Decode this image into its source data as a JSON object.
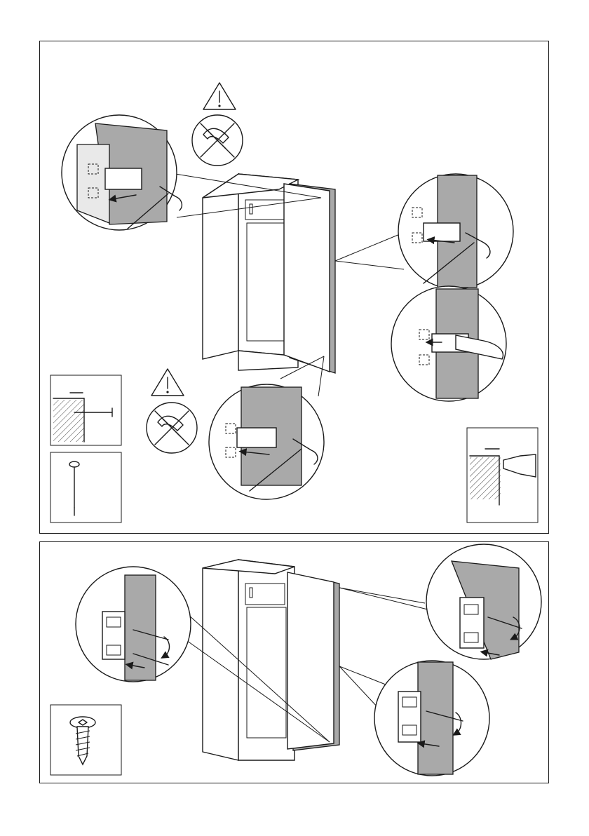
{
  "figure": {
    "steps": [
      {
        "id": "door-hinge-fixing",
        "warnings": [
          "warning-triangle",
          "no-drill"
        ],
        "tools": [
          "hammer",
          "nail",
          "drill"
        ]
      },
      {
        "id": "door-bracket-screwing",
        "tools": [
          "torx-screw"
        ]
      }
    ],
    "colors": {
      "line": "#1a1a1a",
      "door_panel": "#a9a9a9",
      "background": "#ffffff"
    }
  }
}
